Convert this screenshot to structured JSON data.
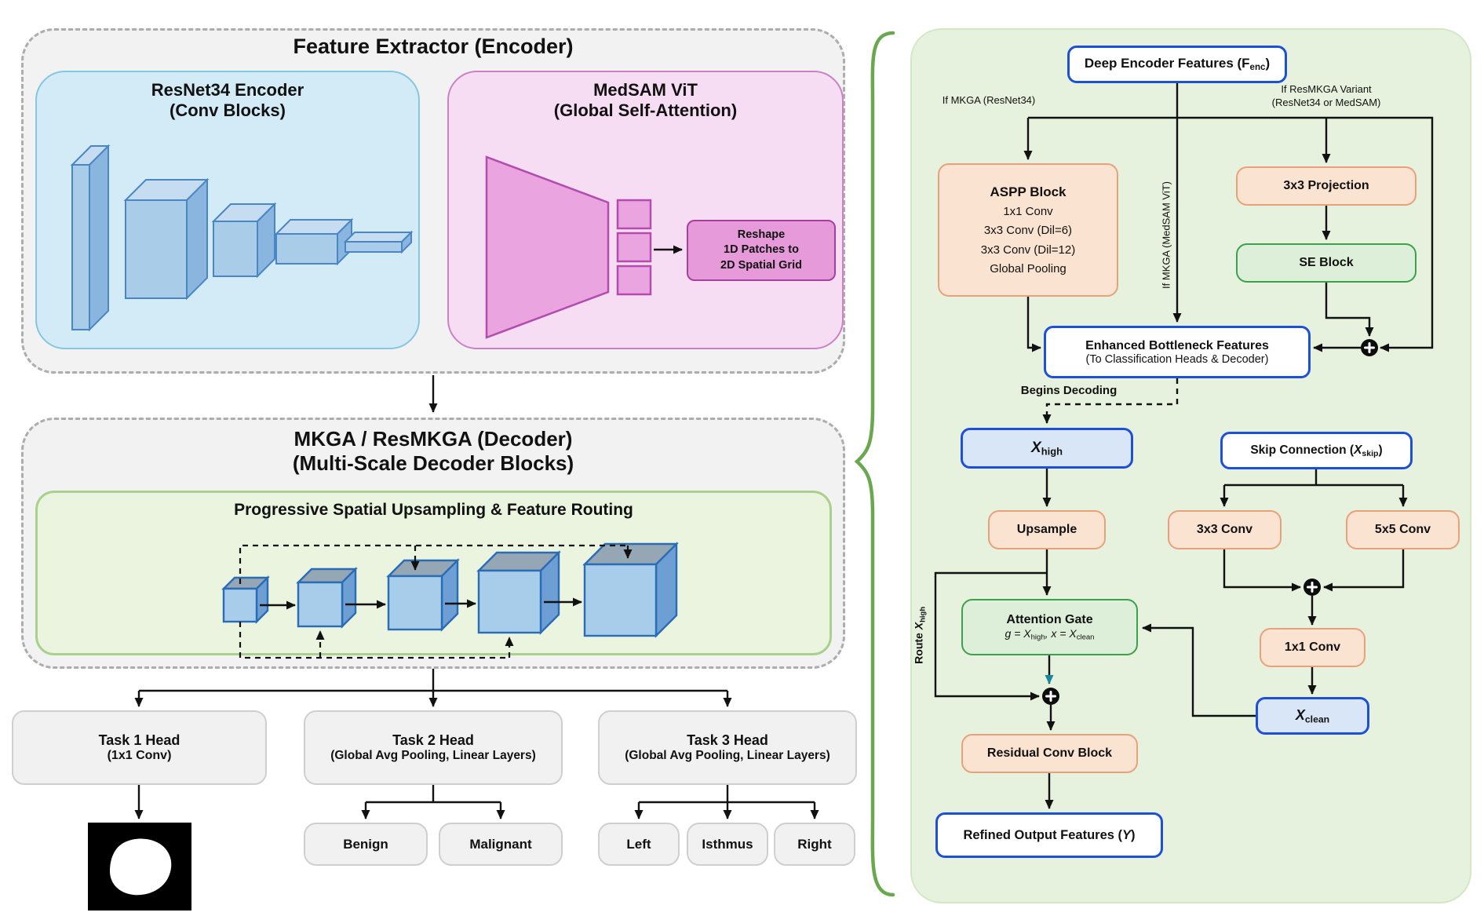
{
  "colors": {
    "blue_border": "#1d50d8",
    "lightblue_fill": "#d9e6f8",
    "orange_fill": "#fbe3d1",
    "orange_border": "#e9a17c",
    "flow_green_fill": "#ddefd8",
    "flow_green_border": "#3aa14d",
    "panel_green": "#e6f2de",
    "brace_green": "#6aa84f",
    "resnet_blue_fill": "#d2ebf6",
    "medsam_pink_fill": "#f7ddf4",
    "magenta": "#b34cac"
  },
  "left": {
    "encoder": {
      "title": "Feature Extractor (Encoder)",
      "resnet": {
        "title": "ResNet34 Encoder",
        "subtitle": "(Conv Blocks)"
      },
      "medsam": {
        "title": "MedSAM ViT",
        "subtitle": "(Global Self-Attention)",
        "reshape_lines": [
          "Reshape",
          "1D Patches to",
          "2D Spatial Grid"
        ]
      }
    },
    "decoder": {
      "title": "MKGA / ResMKGA (Decoder)",
      "subtitle": "(Multi-Scale Decoder Blocks)",
      "upsampling_title": "Progressive Spatial Upsampling & Feature Routing"
    },
    "heads": {
      "task1": {
        "title": "Task 1 Head",
        "subtitle": "(1x1 Conv)"
      },
      "task2": {
        "title": "Task 2 Head",
        "subtitle": "(Global Avg Pooling, Linear Layers)",
        "outputs": [
          "Benign",
          "Malignant"
        ]
      },
      "task3": {
        "title": "Task 3 Head",
        "subtitle": "(Global Avg Pooling, Linear Layers)",
        "outputs": [
          "Left",
          "Isthmus",
          "Right"
        ]
      }
    }
  },
  "right": {
    "deep_features": {
      "pre": "Deep Encoder Features (F",
      "sub": "enc",
      "post": ")"
    },
    "cond_left": "If MKGA (ResNet34)",
    "cond_mid": "If MKGA (MedSAM ViT)",
    "cond_right_1": "If ResMKGA Variant",
    "cond_right_2": "(ResNet34 or MedSAM)",
    "aspp": {
      "title": "ASPP Block",
      "lines": [
        "1x1 Conv",
        "3x3 Conv (Dil=6)",
        "3x3 Conv (Dil=12)",
        "Global Pooling"
      ]
    },
    "projection": "3x3 Projection",
    "se_block": "SE Block",
    "bottleneck": {
      "line1": "Enhanced Bottleneck Features",
      "line2": "(To Classification Heads & Decoder)"
    },
    "begins_decoding": "Begins Decoding",
    "x_high": {
      "it": "X",
      "sub": "high"
    },
    "skip": {
      "pre": "Skip Connection (",
      "it": "X",
      "sub": "skip",
      "post": ")"
    },
    "upsample": "Upsample",
    "conv3x3": "3x3 Conv",
    "conv5x5": "5x5 Conv",
    "conv1x1": "1x1 Conv",
    "x_clean": {
      "it": "X",
      "sub": "clean"
    },
    "attention": {
      "title": "Attention Gate",
      "p1": "g = X",
      "s1": "high",
      "p2": ", x = X",
      "s2": "clean"
    },
    "route": {
      "pre": "Route ",
      "it": "X",
      "sub": "high"
    },
    "residual": "Residual Conv Block",
    "refined": {
      "pre": "Refined Output Features (",
      "it": "Y",
      "post": ")"
    }
  }
}
